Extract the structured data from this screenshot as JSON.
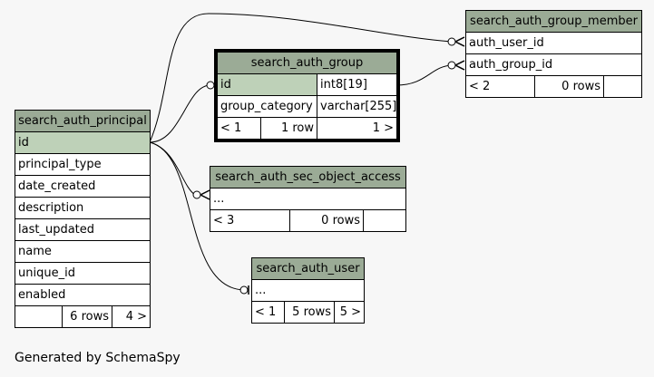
{
  "footer": "Generated by SchemaSpy",
  "principal": {
    "name": "search_auth_principal",
    "columns": [
      "id",
      "principal_type",
      "date_created",
      "description",
      "last_updated",
      "name",
      "unique_id",
      "enabled"
    ],
    "rows": "6 rows",
    "children": "4 >"
  },
  "group": {
    "name": "search_auth_group",
    "col1": "id",
    "col1_type": "int8[19]",
    "col2": "group_category",
    "col2_type": "varchar[255]",
    "parents": "< 1",
    "rows": "1 row",
    "children": "1 >"
  },
  "member": {
    "name": "search_auth_group_member",
    "col1": "auth_user_id",
    "col2": "auth_group_id",
    "parents": "< 2",
    "rows": "0 rows"
  },
  "sec": {
    "name": "search_auth_sec_object_access",
    "col": "...",
    "parents": "< 3",
    "rows": "0 rows"
  },
  "user": {
    "name": "search_auth_user",
    "col": "...",
    "parents": "< 1",
    "rows": "5 rows",
    "children": "5 >"
  }
}
